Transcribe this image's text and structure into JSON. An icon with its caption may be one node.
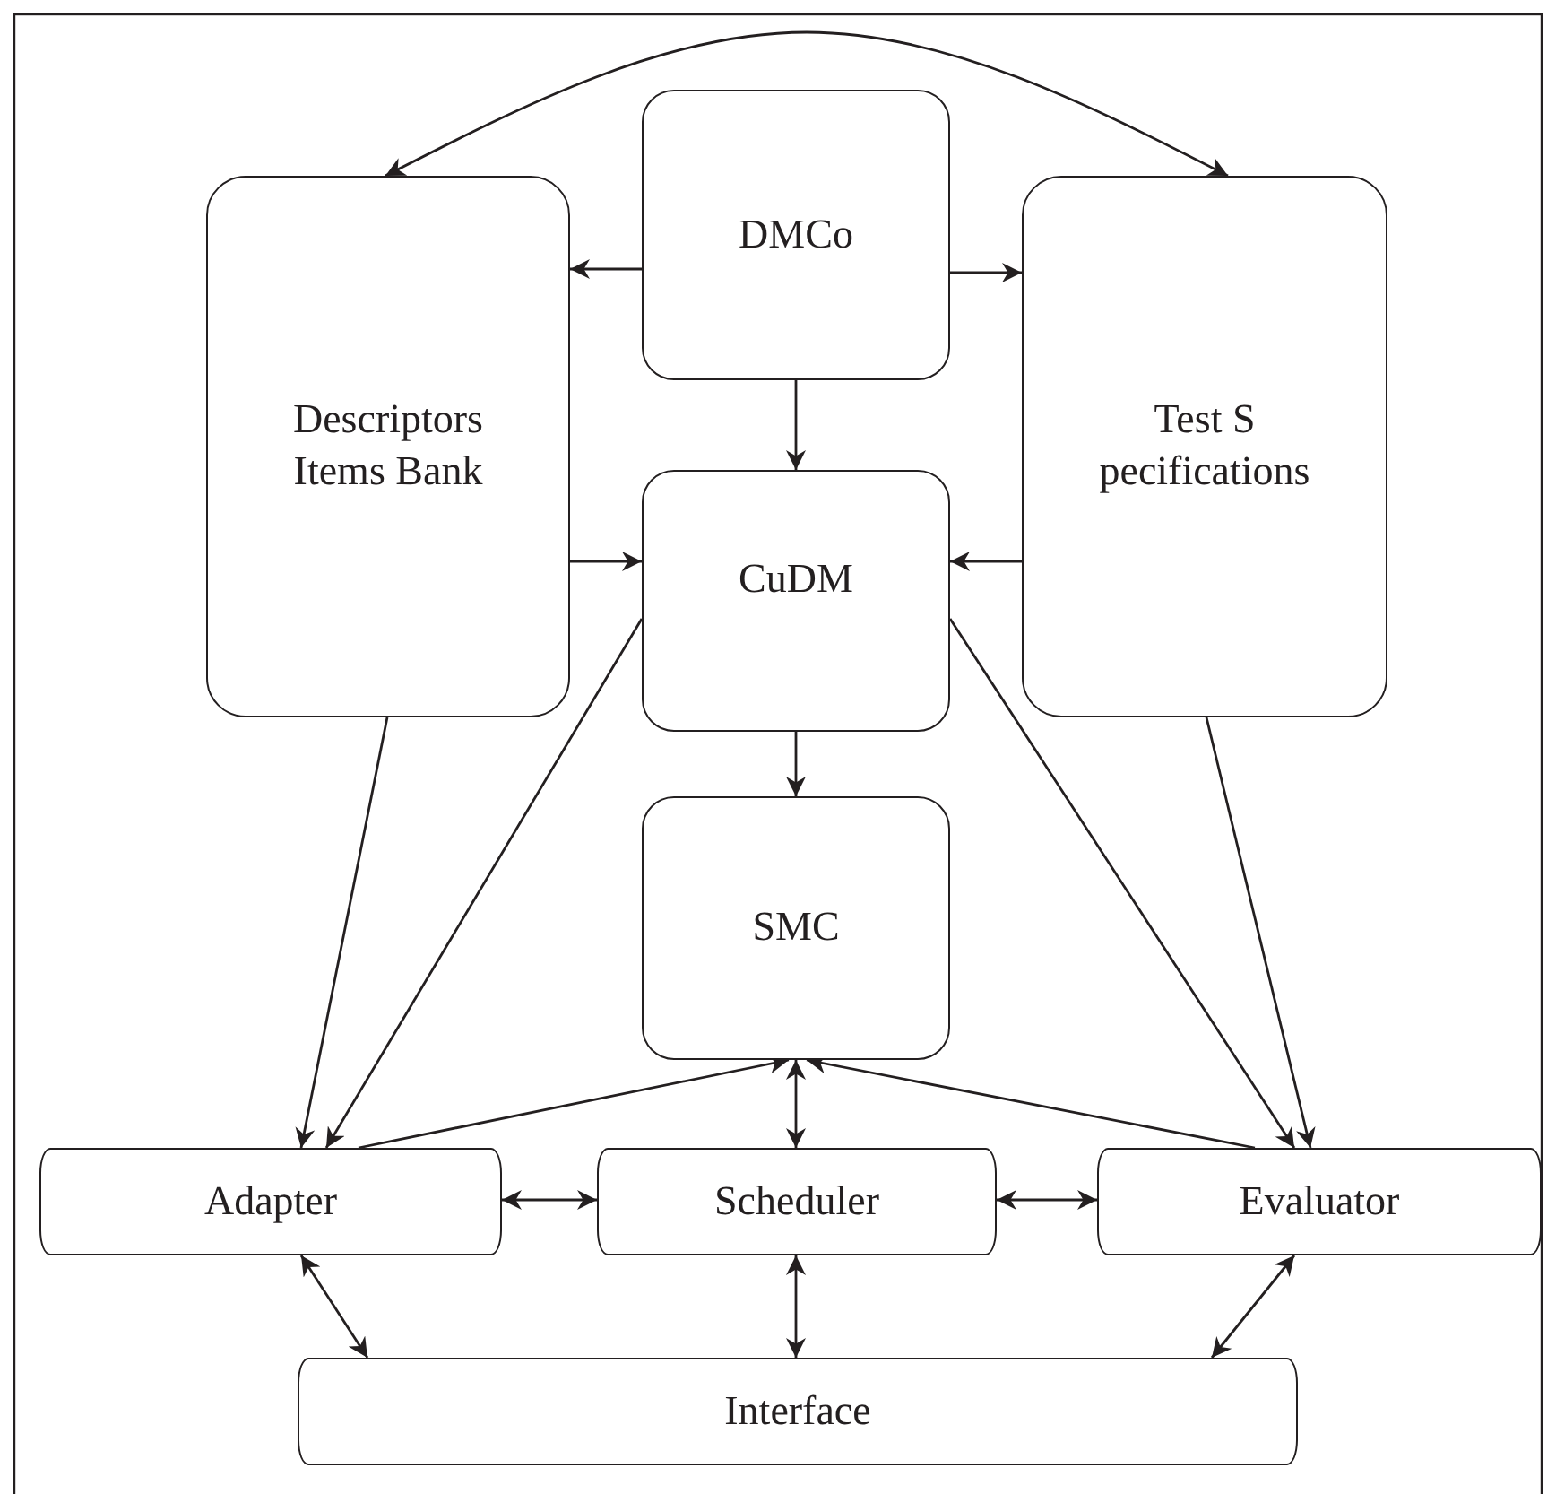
{
  "diagram": {
    "nodes": [
      {
        "text": [
          "DMCo"
        ]
      },
      {
        "text": [
          "Descriptors Items Bank"
        ]
      },
      {
        "text": [
          "Test S pecifications"
        ]
      },
      {
        "text": [
          "CuDM"
        ]
      },
      {
        "text": [
          "SMC"
        ]
      },
      {
        "text": [
          "Adapter"
        ]
      },
      {
        "text": [
          "Scheduler"
        ]
      },
      {
        "text": [
          "Evaluator"
        ]
      },
      {
        "text": [
          "Interface"
        ]
      }
    ],
    "edges": [
      {
        "from": 1,
        "to": 2,
        "arrow": "both"
      },
      {
        "from": 0,
        "to": 1,
        "arrow": "to"
      },
      {
        "from": 0,
        "to": 2,
        "arrow": "to"
      },
      {
        "from": 0,
        "to": 3,
        "arrow": "to"
      },
      {
        "from": 1,
        "to": 3,
        "arrow": "to"
      },
      {
        "from": 2,
        "to": 3,
        "arrow": "to"
      },
      {
        "from": 3,
        "to": 4,
        "arrow": "to"
      },
      {
        "from": 1,
        "to": 5,
        "arrow": "to"
      },
      {
        "from": 3,
        "to": 5,
        "arrow": "to"
      },
      {
        "from": 5,
        "to": 4,
        "arrow": "to"
      },
      {
        "from": 6,
        "to": 4,
        "arrow": "both"
      },
      {
        "from": 7,
        "to": 4,
        "arrow": "to"
      },
      {
        "from": 3,
        "to": 7,
        "arrow": "to"
      },
      {
        "from": 2,
        "to": 7,
        "arrow": "to"
      },
      {
        "from": 5,
        "to": 6,
        "arrow": "both"
      },
      {
        "from": 6,
        "to": 7,
        "arrow": "both"
      },
      {
        "from": 5,
        "to": 8,
        "arrow": "both"
      },
      {
        "from": 6,
        "to": 8,
        "arrow": "both"
      },
      {
        "from": 7,
        "to": 8,
        "arrow": "both"
      }
    ]
  }
}
